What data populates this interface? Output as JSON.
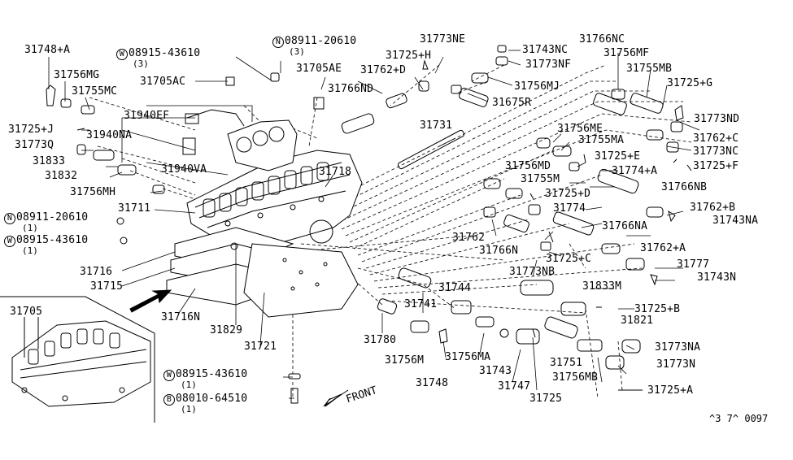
{
  "diagram": {
    "parts": {
      "p31748A": "31748+A",
      "p31756MG": "31756MG",
      "p31755MC": "31755MC",
      "p31725J": "31725+J",
      "p31940NA": "31940NA",
      "p31773Q": "31773Q",
      "p31833": "31833",
      "p31832": "31832",
      "p31756MH": "31756MH",
      "p31711": "31711",
      "p31716": "31716",
      "p31715": "31715",
      "p31716N": "31716N",
      "p31829": "31829",
      "p31721": "31721",
      "p31705": "31705",
      "p31705AC": "31705AC",
      "p31940EF": "31940EF",
      "p31940VA": "31940VA",
      "p31705AE": "31705AE",
      "p31766ND": "31766ND",
      "p31762D": "31762+D",
      "p31725H": "31725+H",
      "p31773NE": "31773NE",
      "p31743NC": "31743NC",
      "p31773NF": "31773NF",
      "p31756MJ": "31756MJ",
      "p31675R": "31675R",
      "p31731": "31731",
      "p31718": "31718",
      "p31766NC": "31766NC",
      "p31756MF": "31756MF",
      "p31755MB": "31755MB",
      "p31725G": "31725+G",
      "p31773ND": "31773ND",
      "p31762C": "31762+C",
      "p31773NC": "31773NC",
      "p31725F": "31725+F",
      "p31756ME": "31756ME",
      "p31755MA": "31755MA",
      "p31725E": "31725+E",
      "p31774A": "31774+A",
      "p31756MD": "31756MD",
      "p31755M": "31755M",
      "p31725D": "31725+D",
      "p31774": "31774",
      "p31766NB": "31766NB",
      "p31762B": "31762+B",
      "p31743NA": "31743NA",
      "p31762": "31762",
      "p31766N": "31766N",
      "p31766NA": "31766NA",
      "p31725C": "31725+C",
      "p31773NB": "31773NB",
      "p31762A": "31762+A",
      "p31777": "31777",
      "p31743N": "31743N",
      "p31744": "31744",
      "p31741": "31741",
      "p31833M": "31833M",
      "p31725B": "31725+B",
      "p31821": "31821",
      "p31780": "31780",
      "p31756M": "31756M",
      "p31756MA": "31756MA",
      "p31743": "31743",
      "p31748": "31748",
      "p31747": "31747",
      "p31751": "31751",
      "p31756MB": "31756MB",
      "p31725": "31725",
      "p31773NA": "31773NA",
      "p31773N": "31773N",
      "p31725A": "31725+A"
    },
    "callouts": {
      "w1": {
        "symbol": "W",
        "number": "08915-43610",
        "qty": "(3)"
      },
      "n1": {
        "symbol": "N",
        "number": "08911-20610",
        "qty": "(3)"
      },
      "n2": {
        "symbol": "N",
        "number": "08911-20610",
        "qty": "(1)"
      },
      "w2": {
        "symbol": "W",
        "number": "08915-43610",
        "qty": "(1)"
      },
      "w3": {
        "symbol": "W",
        "number": "08915-43610",
        "qty": "(1)"
      },
      "b1": {
        "symbol": "B",
        "number": "08010-64510",
        "qty": "(1)"
      }
    },
    "front_label": "FRONT",
    "reference_code": "^3 7^ 0097"
  }
}
